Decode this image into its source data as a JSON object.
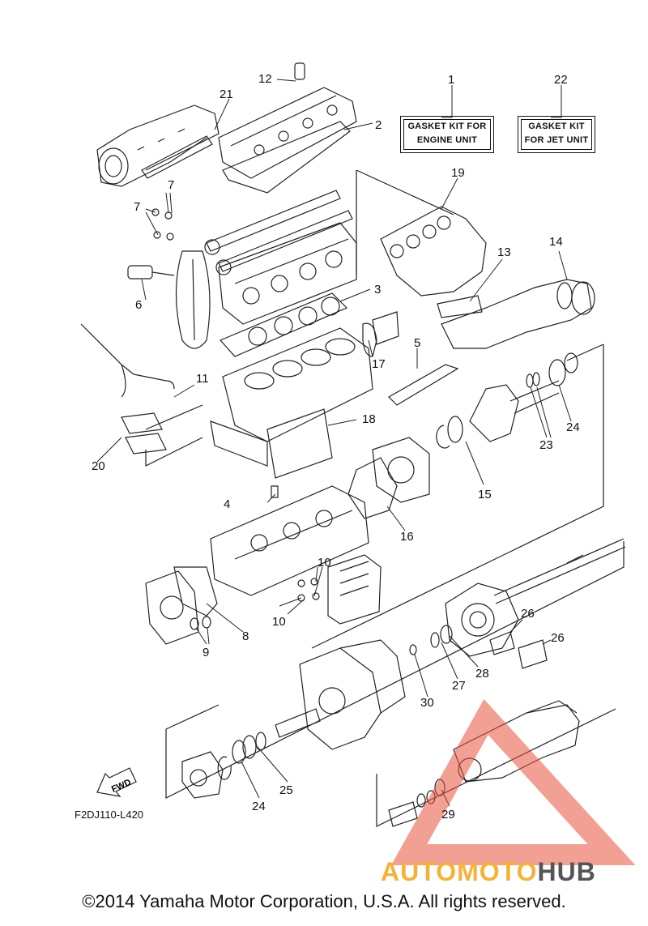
{
  "diagram": {
    "callouts": [
      "1",
      "2",
      "3",
      "4",
      "5",
      "6",
      "7",
      "7",
      "8",
      "9",
      "10",
      "10",
      "11",
      "12",
      "13",
      "14",
      "15",
      "16",
      "17",
      "18",
      "19",
      "20",
      "21",
      "22",
      "23",
      "24",
      "24",
      "25",
      "26",
      "26",
      "27",
      "28",
      "29",
      "30"
    ],
    "kits": {
      "engine": {
        "line1": "GASKET KIT FOR",
        "line2": "ENGINE UNIT"
      },
      "jet": {
        "line1": "GASKET KIT",
        "line2": "FOR JET UNIT"
      }
    },
    "fwd_label": "FWD",
    "diagram_code": "F2DJ110-L420",
    "copyright": "©2014 Yamaha Motor Corporation, U.S.A. All rights reserved.",
    "watermark": {
      "part1": "AUTOMOTO",
      "part2": "HUB",
      "colors": {
        "part1": "#f4b23c",
        "part2": "#555555",
        "triangle": "#e8503c"
      }
    }
  }
}
